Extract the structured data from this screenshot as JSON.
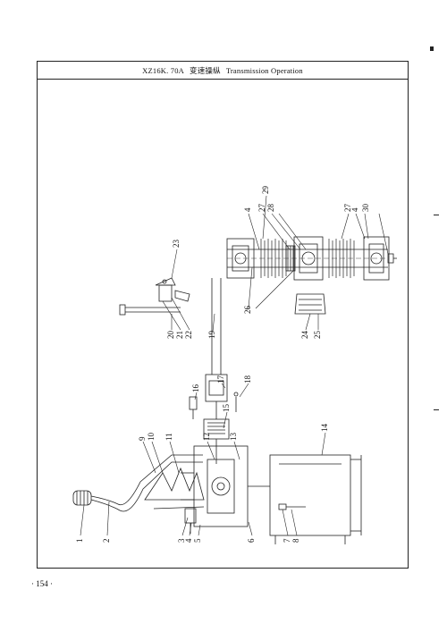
{
  "header": {
    "model": "XZ16K. 70A",
    "title_cn": "变速操纵",
    "title_en": "Transmission Operation"
  },
  "footer": {
    "page_number": "· 154 ·"
  },
  "callouts": [
    {
      "key": "1",
      "text": "1"
    },
    {
      "key": "2",
      "text": "2"
    },
    {
      "key": "3",
      "text": "3"
    },
    {
      "key": "4a",
      "text": "4"
    },
    {
      "key": "5",
      "text": "5"
    },
    {
      "key": "6",
      "text": "6"
    },
    {
      "key": "7",
      "text": "7"
    },
    {
      "key": "8",
      "text": "8"
    },
    {
      "key": "9",
      "text": "9"
    },
    {
      "key": "10",
      "text": "10"
    },
    {
      "key": "11",
      "text": "11"
    },
    {
      "key": "12",
      "text": "12"
    },
    {
      "key": "13",
      "text": "13"
    },
    {
      "key": "14",
      "text": "14"
    },
    {
      "key": "15",
      "text": "15"
    },
    {
      "key": "16",
      "text": "16"
    },
    {
      "key": "17",
      "text": "17"
    },
    {
      "key": "18",
      "text": "18"
    },
    {
      "key": "19",
      "text": "19"
    },
    {
      "key": "20",
      "text": "20"
    },
    {
      "key": "21",
      "text": "21"
    },
    {
      "key": "22",
      "text": "22"
    },
    {
      "key": "23",
      "text": "23"
    },
    {
      "key": "24",
      "text": "24"
    },
    {
      "key": "25",
      "text": "25"
    },
    {
      "key": "26",
      "text": "26"
    },
    {
      "key": "4b",
      "text": "4"
    },
    {
      "key": "27a",
      "text": "27"
    },
    {
      "key": "28",
      "text": "28"
    },
    {
      "key": "29",
      "text": "29"
    },
    {
      "key": "27b",
      "text": "27"
    },
    {
      "key": "4c",
      "text": "4"
    },
    {
      "key": "30",
      "text": "30"
    }
  ]
}
